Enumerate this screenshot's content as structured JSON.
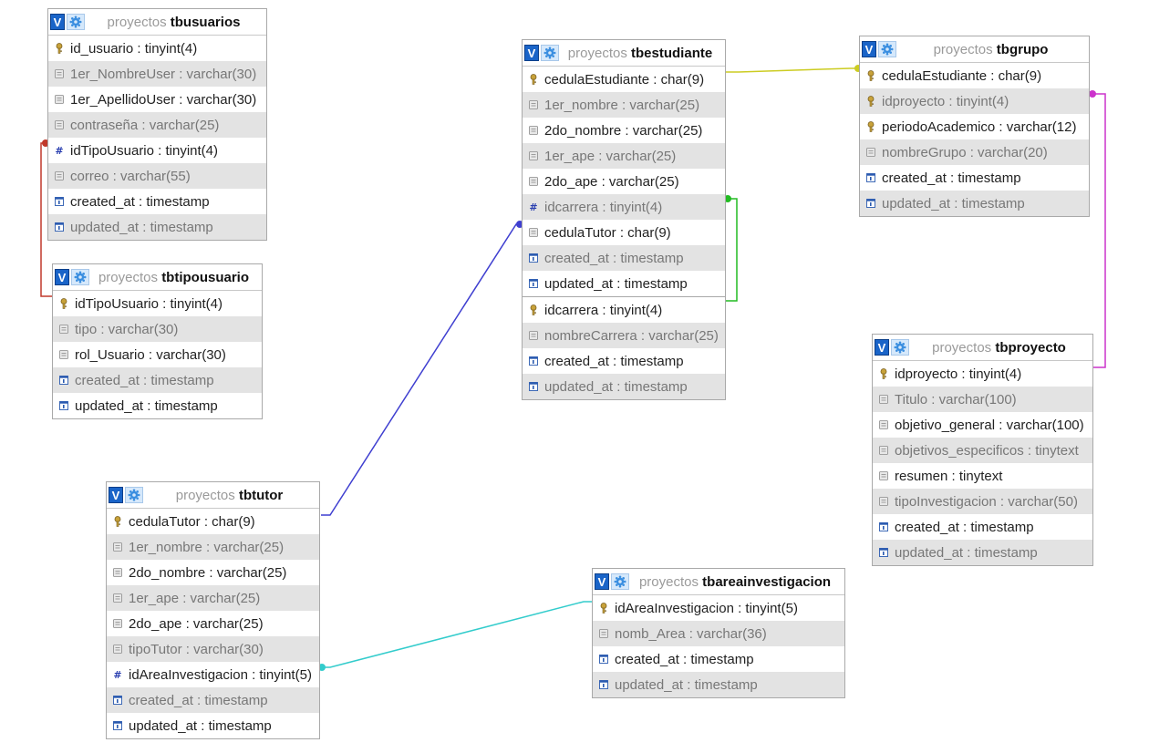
{
  "schema": "proyectos",
  "colors": {
    "usuarios_tipo": "#c0392b",
    "estudiante_tutor": "#3f3fd0",
    "estudiante_grupo": "#cccc22",
    "estudiante_carrera": "#22bb22",
    "grupo_proyecto": "#cc33cc",
    "tutor_area": "#33cccc"
  },
  "tables": {
    "tbusuarios": {
      "name": "tbusuarios",
      "columns": [
        {
          "text": "id_usuario : tinyint(4)",
          "icon": "key"
        },
        {
          "text": "1er_NombreUser : varchar(30)",
          "icon": "field"
        },
        {
          "text": "1er_ApellidoUser : varchar(30)",
          "icon": "field"
        },
        {
          "text": "contraseña : varchar(25)",
          "icon": "field"
        },
        {
          "text": "idTipoUsuario : tinyint(4)",
          "icon": "hash"
        },
        {
          "text": "correo : varchar(55)",
          "icon": "field"
        },
        {
          "text": "created_at : timestamp",
          "icon": "time"
        },
        {
          "text": "updated_at : timestamp",
          "icon": "time"
        }
      ]
    },
    "tbtipousuario": {
      "name": "tbtipousuario",
      "columns": [
        {
          "text": "idTipoUsuario : tinyint(4)",
          "icon": "key"
        },
        {
          "text": "tipo : varchar(30)",
          "icon": "field"
        },
        {
          "text": "rol_Usuario : varchar(30)",
          "icon": "field"
        },
        {
          "text": "created_at : timestamp",
          "icon": "time"
        },
        {
          "text": "updated_at : timestamp",
          "icon": "time"
        }
      ]
    },
    "tbestudiante": {
      "name": "tbestudiante",
      "columns": [
        {
          "text": "cedulaEstudiante : char(9)",
          "icon": "key"
        },
        {
          "text": "1er_nombre : varchar(25)",
          "icon": "field"
        },
        {
          "text": "2do_nombre : varchar(25)",
          "icon": "field"
        },
        {
          "text": "1er_ape : varchar(25)",
          "icon": "field"
        },
        {
          "text": "2do_ape : varchar(25)",
          "icon": "field"
        },
        {
          "text": "idcarrera : tinyint(4)",
          "icon": "hash"
        },
        {
          "text": "cedulaTutor : char(9)",
          "icon": "field"
        },
        {
          "text": "created_at : timestamp",
          "icon": "time"
        },
        {
          "text": "updated_at : timestamp",
          "icon": "time"
        }
      ]
    },
    "tbcarrera": {
      "columns": [
        {
          "text": "idcarrera : tinyint(4)",
          "icon": "key"
        },
        {
          "text": "nombreCarrera : varchar(25)",
          "icon": "field"
        },
        {
          "text": "created_at : timestamp",
          "icon": "time"
        },
        {
          "text": "updated_at : timestamp",
          "icon": "time"
        }
      ]
    },
    "tbgrupo": {
      "name": "tbgrupo",
      "columns": [
        {
          "text": "cedulaEstudiante : char(9)",
          "icon": "key"
        },
        {
          "text": "idproyecto : tinyint(4)",
          "icon": "key"
        },
        {
          "text": "periodoAcademico : varchar(12)",
          "icon": "key"
        },
        {
          "text": "nombreGrupo : varchar(20)",
          "icon": "field"
        },
        {
          "text": "created_at : timestamp",
          "icon": "time"
        },
        {
          "text": "updated_at : timestamp",
          "icon": "time"
        }
      ]
    },
    "tbproyecto": {
      "name": "tbproyecto",
      "columns": [
        {
          "text": "idproyecto : tinyint(4)",
          "icon": "key"
        },
        {
          "text": "Titulo : varchar(100)",
          "icon": "field"
        },
        {
          "text": "objetivo_general : varchar(100)",
          "icon": "field"
        },
        {
          "text": "objetivos_especificos : tinytext",
          "icon": "field"
        },
        {
          "text": "resumen : tinytext",
          "icon": "field"
        },
        {
          "text": "tipoInvestigacion : varchar(50)",
          "icon": "field"
        },
        {
          "text": "created_at : timestamp",
          "icon": "time"
        },
        {
          "text": "updated_at : timestamp",
          "icon": "time"
        }
      ]
    },
    "tbtutor": {
      "name": "tbtutor",
      "columns": [
        {
          "text": "cedulaTutor : char(9)",
          "icon": "key"
        },
        {
          "text": "1er_nombre : varchar(25)",
          "icon": "field"
        },
        {
          "text": "2do_nombre : varchar(25)",
          "icon": "field"
        },
        {
          "text": "1er_ape : varchar(25)",
          "icon": "field"
        },
        {
          "text": "2do_ape : varchar(25)",
          "icon": "field"
        },
        {
          "text": "tipoTutor : varchar(30)",
          "icon": "field"
        },
        {
          "text": "idAreaInvestigacion : tinyint(5)",
          "icon": "hash"
        },
        {
          "text": "created_at : timestamp",
          "icon": "time"
        },
        {
          "text": "updated_at : timestamp",
          "icon": "time"
        }
      ]
    },
    "tbareainvestigacion": {
      "name": "tbareainvestigacion",
      "columns": [
        {
          "text": "idAreaInvestigacion : tinyint(5)",
          "icon": "key"
        },
        {
          "text": "nomb_Area : varchar(36)",
          "icon": "field"
        },
        {
          "text": "created_at : timestamp",
          "icon": "time"
        },
        {
          "text": "updated_at : timestamp",
          "icon": "time"
        }
      ]
    }
  }
}
